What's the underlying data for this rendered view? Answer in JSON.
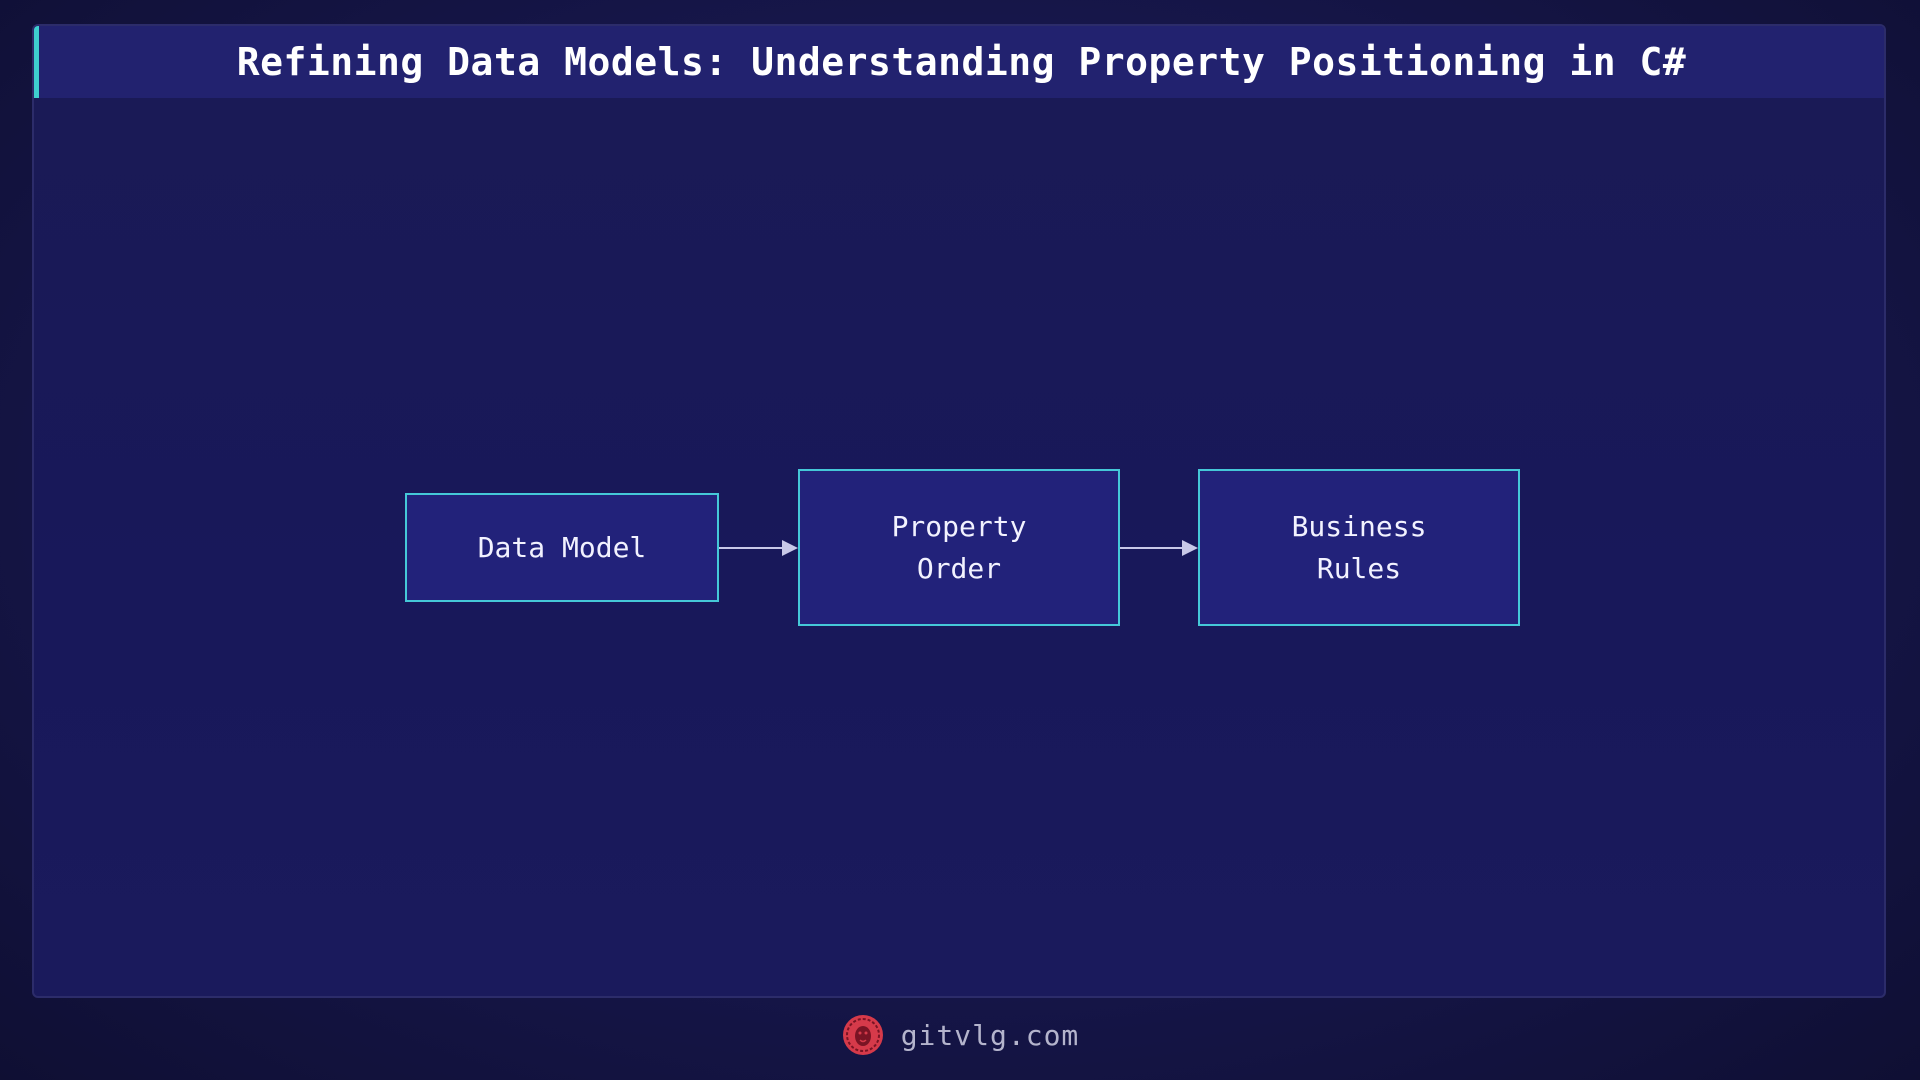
{
  "title": "Refining Data Models: Understanding Property Positioning in C#",
  "diagram": {
    "nodes": [
      {
        "id": "data-model",
        "label": "Data Model"
      },
      {
        "id": "property-order",
        "label": "Property\nOrder"
      },
      {
        "id": "business-rules",
        "label": "Business\nRules"
      }
    ],
    "edges": [
      {
        "from": "data-model",
        "to": "property-order"
      },
      {
        "from": "property-order",
        "to": "business-rules"
      }
    ]
  },
  "footer": {
    "logo_icon": "lion-icon",
    "site": "gitvlg.com"
  },
  "colors": {
    "accent": "#3ecfcf",
    "node_fill": "#22227a",
    "node_border": "#45c8d8",
    "logo": "#d63a4a"
  }
}
